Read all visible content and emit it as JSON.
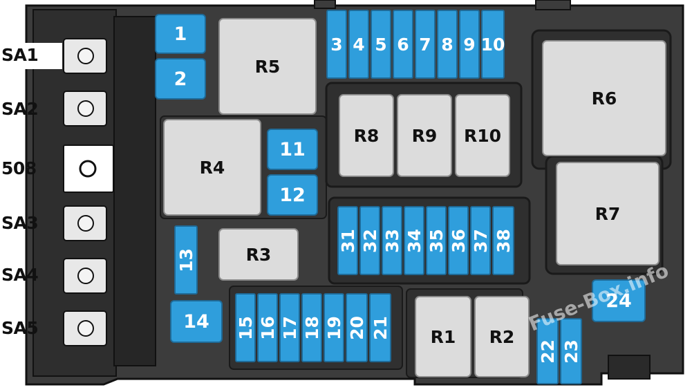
{
  "terminals": [
    {
      "id": "sa1",
      "label": "SA1"
    },
    {
      "id": "sa2",
      "label": "SA2"
    },
    {
      "id": "508",
      "label": "508"
    },
    {
      "id": "sa3",
      "label": "SA3"
    },
    {
      "id": "sa4",
      "label": "SA4"
    },
    {
      "id": "sa5",
      "label": "SA5"
    }
  ],
  "fuses": [
    "1",
    "2",
    "3",
    "4",
    "5",
    "6",
    "7",
    "8",
    "9",
    "10",
    "11",
    "12",
    "13",
    "14",
    "15",
    "16",
    "17",
    "18",
    "19",
    "20",
    "21",
    "22",
    "23",
    "24",
    "31",
    "32",
    "33",
    "34",
    "35",
    "36",
    "37",
    "38"
  ],
  "relays": [
    "R1",
    "R2",
    "R3",
    "R4",
    "R5",
    "R6",
    "R7",
    "R8",
    "R9",
    "R10"
  ],
  "watermark": "Fuse-Box.info",
  "colors": {
    "fuse": "#2f9edc",
    "relay": "#dcdcdc",
    "housing": "#3a3a3a"
  }
}
